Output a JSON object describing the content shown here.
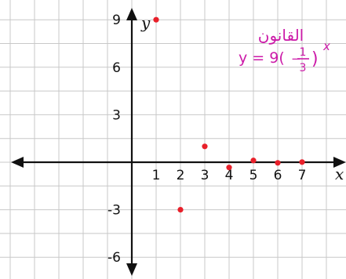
{
  "chart_data": {
    "type": "scatter",
    "xlabel": "x",
    "ylabel": "y",
    "xlim": [
      -5.2,
      8.9
    ],
    "ylim": [
      -7.6,
      9.1
    ],
    "x_tick_labels": [
      {
        "x": 1,
        "label": "1"
      },
      {
        "x": 2,
        "label": "2"
      },
      {
        "x": 3,
        "label": "3"
      },
      {
        "x": 4,
        "label": "4"
      },
      {
        "x": 5,
        "label": "5"
      },
      {
        "x": 6,
        "label": "6"
      },
      {
        "x": 7,
        "label": "7"
      }
    ],
    "y_tick_labels": [
      {
        "y": 9,
        "label": "9"
      },
      {
        "y": 6,
        "label": "6"
      },
      {
        "y": 3,
        "label": "3"
      },
      {
        "y": -3,
        "label": "-3"
      },
      {
        "y": -6,
        "label": "-6"
      }
    ],
    "points": [
      {
        "x": 1,
        "y": 9
      },
      {
        "x": 2,
        "y": -3
      },
      {
        "x": 3,
        "y": 1
      },
      {
        "x": 4,
        "y": -0.33
      },
      {
        "x": 5,
        "y": 0.11
      },
      {
        "x": 6,
        "y": -0.04
      },
      {
        "x": 7,
        "y": 0.01
      }
    ],
    "point_color": "#e8202a",
    "annotation": {
      "heading": "القانون",
      "equation_lhs": "y = 9(",
      "fraction_sign": "−",
      "fraction_num": "1",
      "fraction_den": "3",
      "equation_rhs": ")",
      "exponent": "x",
      "color": "#cc1aa8"
    },
    "grid": true
  }
}
